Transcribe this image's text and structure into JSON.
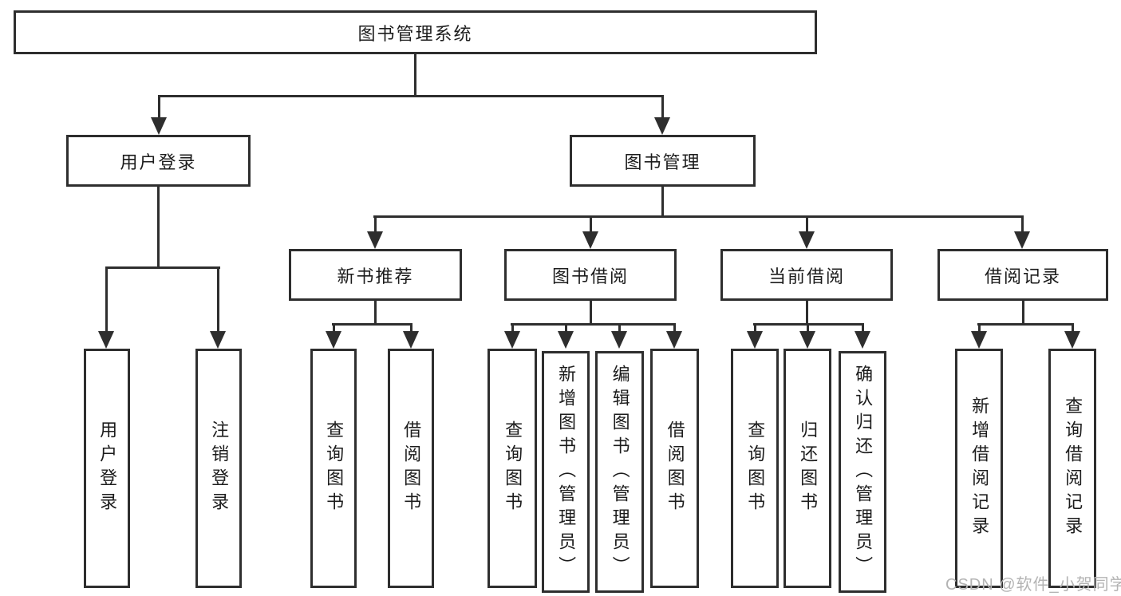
{
  "colors": {
    "line": "#2e2e2e",
    "ink": "#1c1c1c",
    "watermark": "#b3b3b3",
    "background": "#ffffff"
  },
  "diagram": {
    "root": {
      "label": "图书管理系统"
    },
    "level2": [
      {
        "key": "user-login",
        "label": "用户登录"
      },
      {
        "key": "book-management",
        "label": "图书管理"
      }
    ],
    "user_login_children": [
      {
        "label": "用户登录"
      },
      {
        "label": "注销登录"
      }
    ],
    "level3": [
      {
        "key": "new-book-recommendation",
        "label": "新书推荐"
      },
      {
        "key": "book-borrowing",
        "label": "图书借阅"
      },
      {
        "key": "current-borrowing",
        "label": "当前借阅"
      },
      {
        "key": "borrowing-records",
        "label": "借阅记录"
      }
    ],
    "new_book_children": [
      {
        "label": "查询图书"
      },
      {
        "label": "借阅图书"
      }
    ],
    "borrow_children": [
      {
        "label": "查询图书"
      },
      {
        "label": "新增图书（管理员）"
      },
      {
        "label": "编辑图书（管理员）"
      },
      {
        "label": "借阅图书"
      }
    ],
    "current_children": [
      {
        "label": "查询图书"
      },
      {
        "label": "归还图书"
      },
      {
        "label": "确认归还（管理员）"
      }
    ],
    "record_children": [
      {
        "label": "新增借阅记录"
      },
      {
        "label": "查询借阅记录"
      }
    ]
  },
  "watermark": {
    "text": "CSDN @软件_小贺同学"
  }
}
